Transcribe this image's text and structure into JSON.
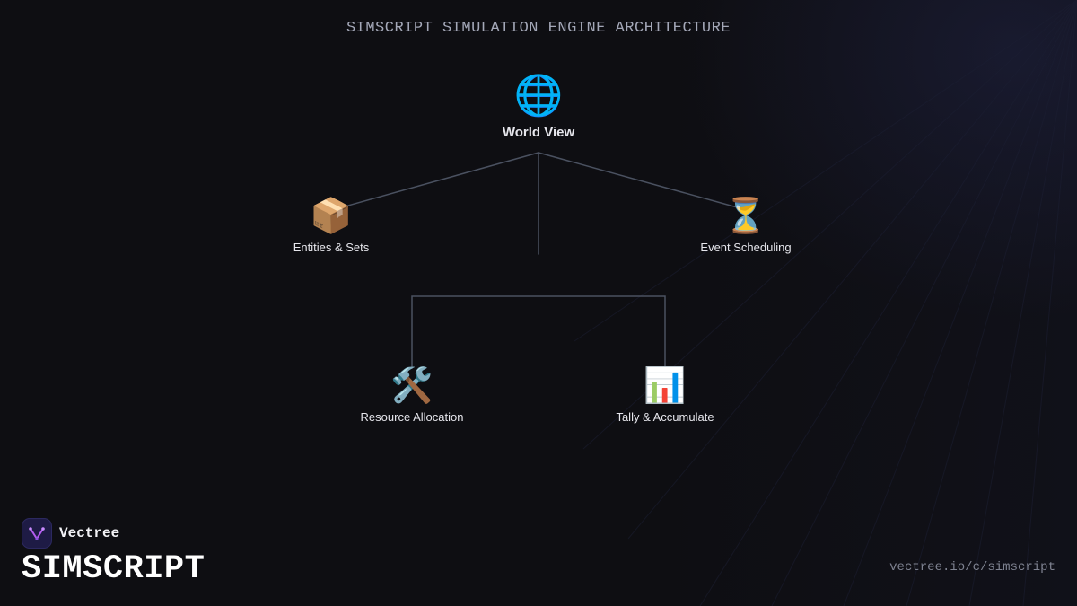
{
  "diagram": {
    "title": "SIMSCRIPT SIMULATION ENGINE ARCHITECTURE",
    "root": {
      "id": "world-view",
      "label": "World View",
      "icon": "globe-icon",
      "glyph": "🌐"
    },
    "nodes": [
      {
        "id": "entities-sets",
        "label": "Entities & Sets",
        "icon": "package-icon",
        "glyph": "📦"
      },
      {
        "id": "event-scheduling",
        "label": "Event Scheduling",
        "icon": "hourglass-icon",
        "glyph": "⏳"
      },
      {
        "id": "resource-allocation",
        "label": "Resource Allocation",
        "icon": "tools-icon",
        "glyph": "🛠️"
      },
      {
        "id": "tally-accumulate",
        "label": "Tally & Accumulate",
        "icon": "bar-chart-icon",
        "glyph": "📊"
      }
    ],
    "edges": [
      {
        "from": "world-view",
        "to": "entities-sets"
      },
      {
        "from": "world-view",
        "to": "event-scheduling"
      },
      {
        "from": "world-view",
        "to": "resource-allocation"
      },
      {
        "from": "world-view",
        "to": "tally-accumulate"
      }
    ],
    "colors": {
      "background": "#0e0e12",
      "connector": "#4a5160",
      "title": "#a4a8b8",
      "brand_logo_bg": "#1e1b45",
      "brand_logo_accent": "#b45cf0"
    }
  },
  "footer": {
    "brand": "Vectree",
    "brand_logo_icon": "vectree-logo-icon",
    "product": "SIMSCRIPT",
    "url": "vectree.io/c/simscript"
  }
}
